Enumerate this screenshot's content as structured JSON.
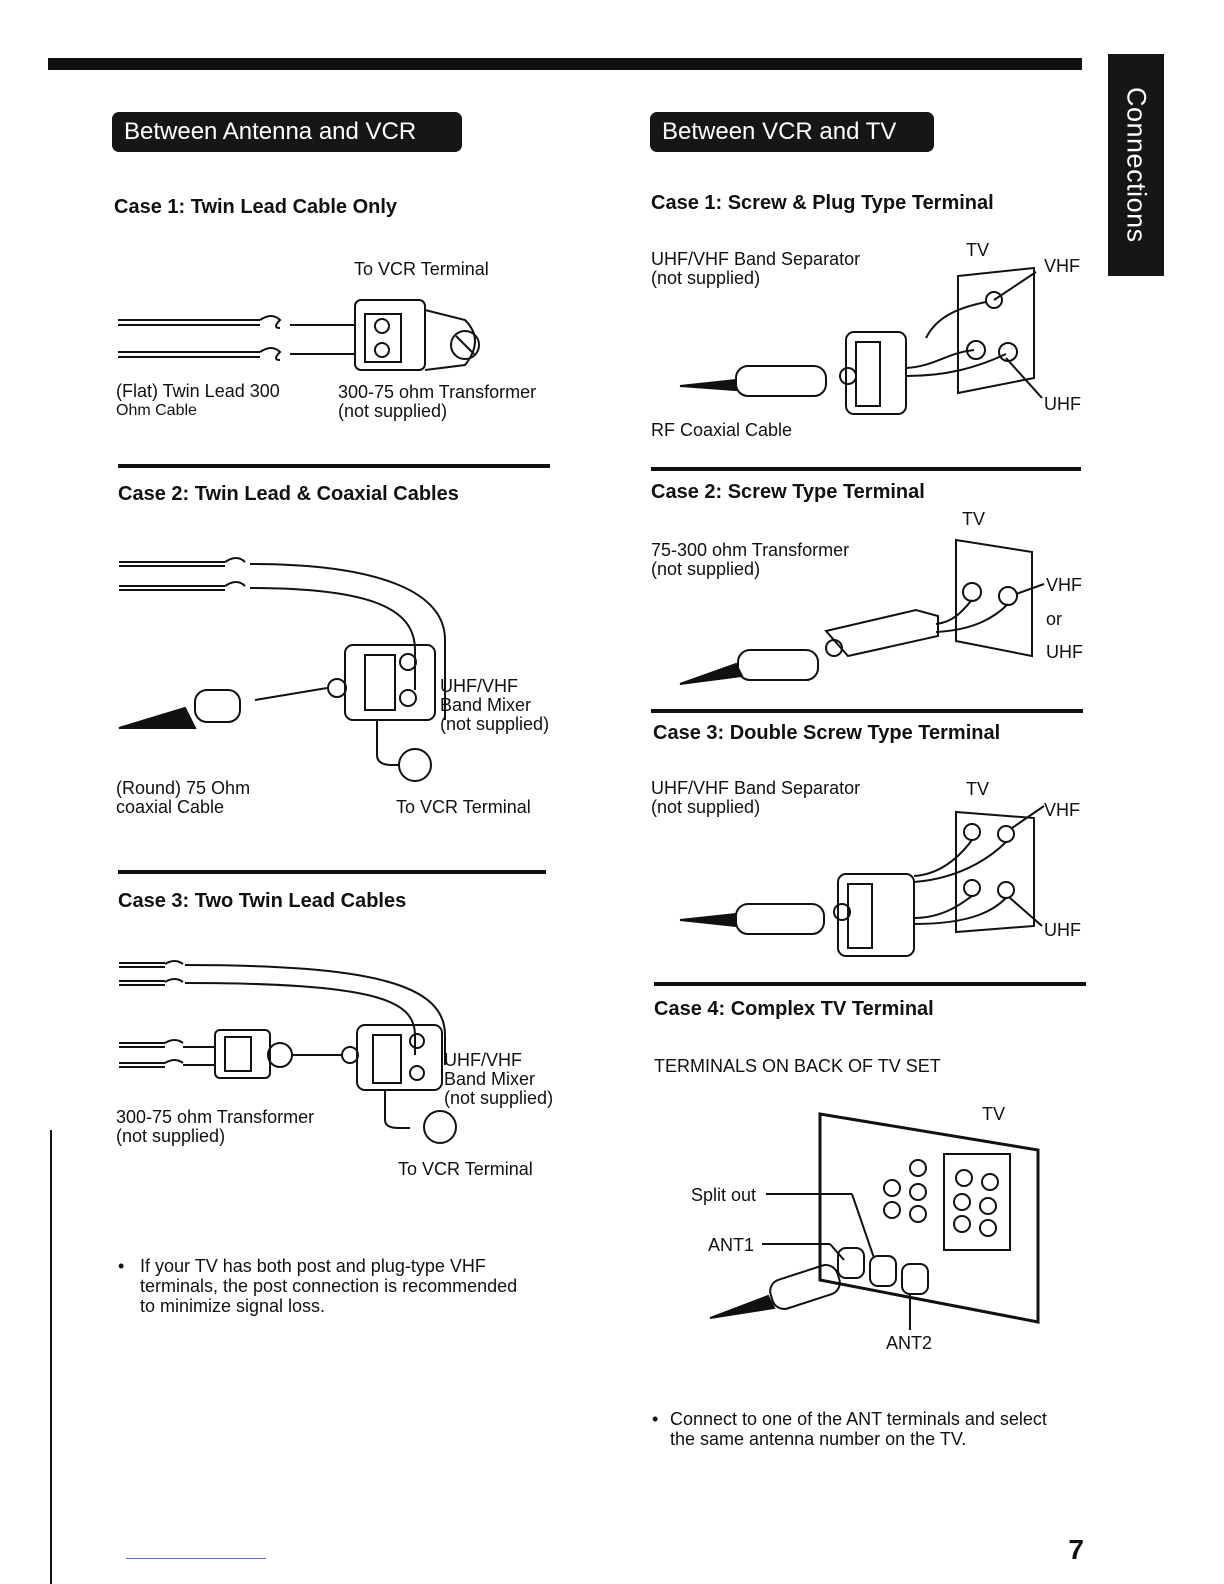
{
  "side_tab": "Connections",
  "page_number": "7",
  "left": {
    "header": "Between Antenna and VCR",
    "case1": {
      "title": "Case 1: Twin Lead Cable Only",
      "to_vcr": "To VCR Terminal",
      "cable_line1": "(Flat) Twin Lead 300",
      "cable_line2": "Ohm Cable",
      "transformer_line1": "300-75 ohm Transformer",
      "transformer_line2": "(not supplied)"
    },
    "case2": {
      "title": "Case 2: Twin Lead & Coaxial Cables",
      "mixer_line1": "UHF/VHF",
      "mixer_line2": "Band Mixer",
      "mixer_line3": "(not supplied)",
      "coax_line1": "(Round) 75 Ohm",
      "coax_line2": "coaxial Cable",
      "to_vcr": "To VCR Terminal"
    },
    "case3": {
      "title": "Case 3: Two Twin Lead Cables",
      "mixer_line1": "UHF/VHF",
      "mixer_line2": "Band Mixer",
      "mixer_line3": "(not supplied)",
      "transformer_line1": "300-75 ohm Transformer",
      "transformer_line2": "(not supplied)",
      "to_vcr": "To VCR Terminal"
    },
    "note": {
      "bullet": "•",
      "line1": "If your TV has both post and plug-type VHF",
      "line2": "terminals, the post connection is recommended",
      "line3": "to minimize signal loss."
    }
  },
  "right": {
    "header": "Between VCR and TV",
    "case1": {
      "title": "Case 1: Screw & Plug Type Terminal",
      "sep_line1": "UHF/VHF Band Separator",
      "sep_line2": "(not supplied)",
      "tv": "TV",
      "vhf": "VHF",
      "uhf": "UHF",
      "rf": "RF Coaxial Cable"
    },
    "case2": {
      "title": "Case 2: Screw Type Terminal",
      "tv": "TV",
      "trans_line1": "75-300 ohm Transformer",
      "trans_line2": "(not supplied)",
      "vhf": "VHF",
      "or": "or",
      "uhf": "UHF"
    },
    "case3": {
      "title": "Case 3: Double Screw Type Terminal",
      "sep_line1": "UHF/VHF Band Separator",
      "sep_line2": "(not supplied)",
      "tv": "TV",
      "vhf": "VHF",
      "uhf": "UHF"
    },
    "case4": {
      "title": "Case 4: Complex TV Terminal",
      "subtitle": "TERMINALS ON BACK OF TV SET",
      "tv": "TV",
      "split_out": "Split out",
      "ant1": "ANT1",
      "ant2": "ANT2"
    },
    "note": {
      "bullet": "•",
      "line1": "Connect to one of the ANT terminals and select",
      "line2": "the same antenna number on the TV."
    }
  }
}
